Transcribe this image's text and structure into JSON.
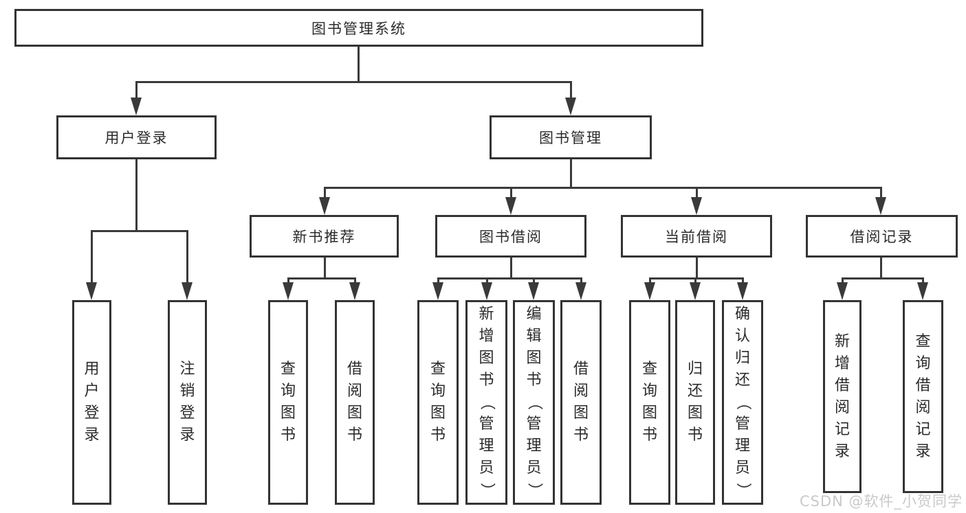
{
  "diagram_title": "图书管理系统",
  "tree": {
    "label": "图书管理系统",
    "children": [
      {
        "label": "用户登录",
        "children": [
          {
            "label": "用户登录"
          },
          {
            "label": "注销登录"
          }
        ]
      },
      {
        "label": "图书管理",
        "children": [
          {
            "label": "新书推荐",
            "children": [
              {
                "label": "查询图书"
              },
              {
                "label": "借阅图书"
              }
            ]
          },
          {
            "label": "图书借阅",
            "children": [
              {
                "label": "查询图书"
              },
              {
                "label": "新增图书（管理员）"
              },
              {
                "label": "编辑图书（管理员）"
              },
              {
                "label": "借阅图书"
              }
            ]
          },
          {
            "label": "当前借阅",
            "children": [
              {
                "label": "查询图书"
              },
              {
                "label": "归还图书"
              },
              {
                "label": "确认归还（管理员）"
              }
            ]
          },
          {
            "label": "借阅记录",
            "children": [
              {
                "label": "新增借阅记录"
              },
              {
                "label": "查询借阅记录"
              }
            ]
          }
        ]
      }
    ]
  },
  "watermark": {
    "text": "CSDN @软件_小贺同学"
  },
  "colors": {
    "line": "#3a3a3a",
    "border": "#333333",
    "text": "#2b2b2b",
    "watermark": "#c9c9c9",
    "background": "#ffffff"
  }
}
